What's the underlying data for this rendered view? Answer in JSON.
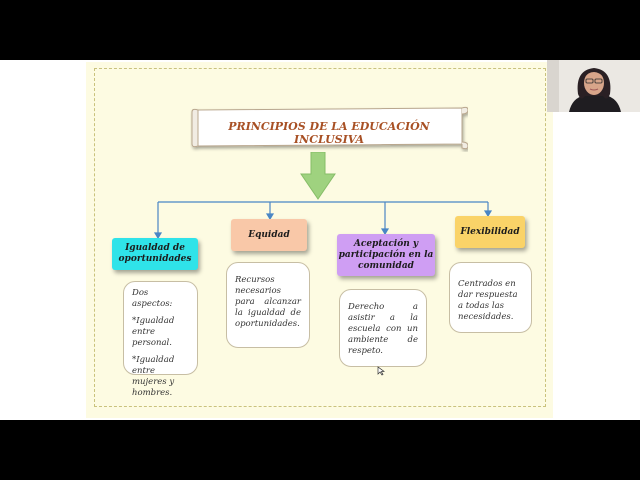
{
  "slide": {
    "title": "PRINCIPIOS DE LA EDUCACIÓN INCLUSIVA",
    "principles": [
      {
        "name": "Igualdad de oportunidades",
        "color": "#2fe3e9",
        "description": [
          "Dos aspectos:",
          "*Igualdad entre personal.",
          "*Igualdad entre mujeres y hombres."
        ]
      },
      {
        "name": "Equidad",
        "color": "#f9c8a8",
        "description": [
          "Recursos necesarios para alcanzar la igualdad de oportunidades."
        ]
      },
      {
        "name": "Aceptación y participación en la comunidad",
        "color": "#cf9ef3",
        "description": [
          "Derecho a asistir a la escuela con un ambiente de respeto."
        ]
      },
      {
        "name": "Flexibilidad",
        "color": "#fad368",
        "description": [
          "Centrados en dar respuesta a todas las necesidades."
        ]
      }
    ]
  },
  "colors": {
    "slide_background": "#fdfbe2",
    "title_text": "#a85024",
    "arrow": "#9fd27f",
    "connector": "#4a86c5"
  }
}
